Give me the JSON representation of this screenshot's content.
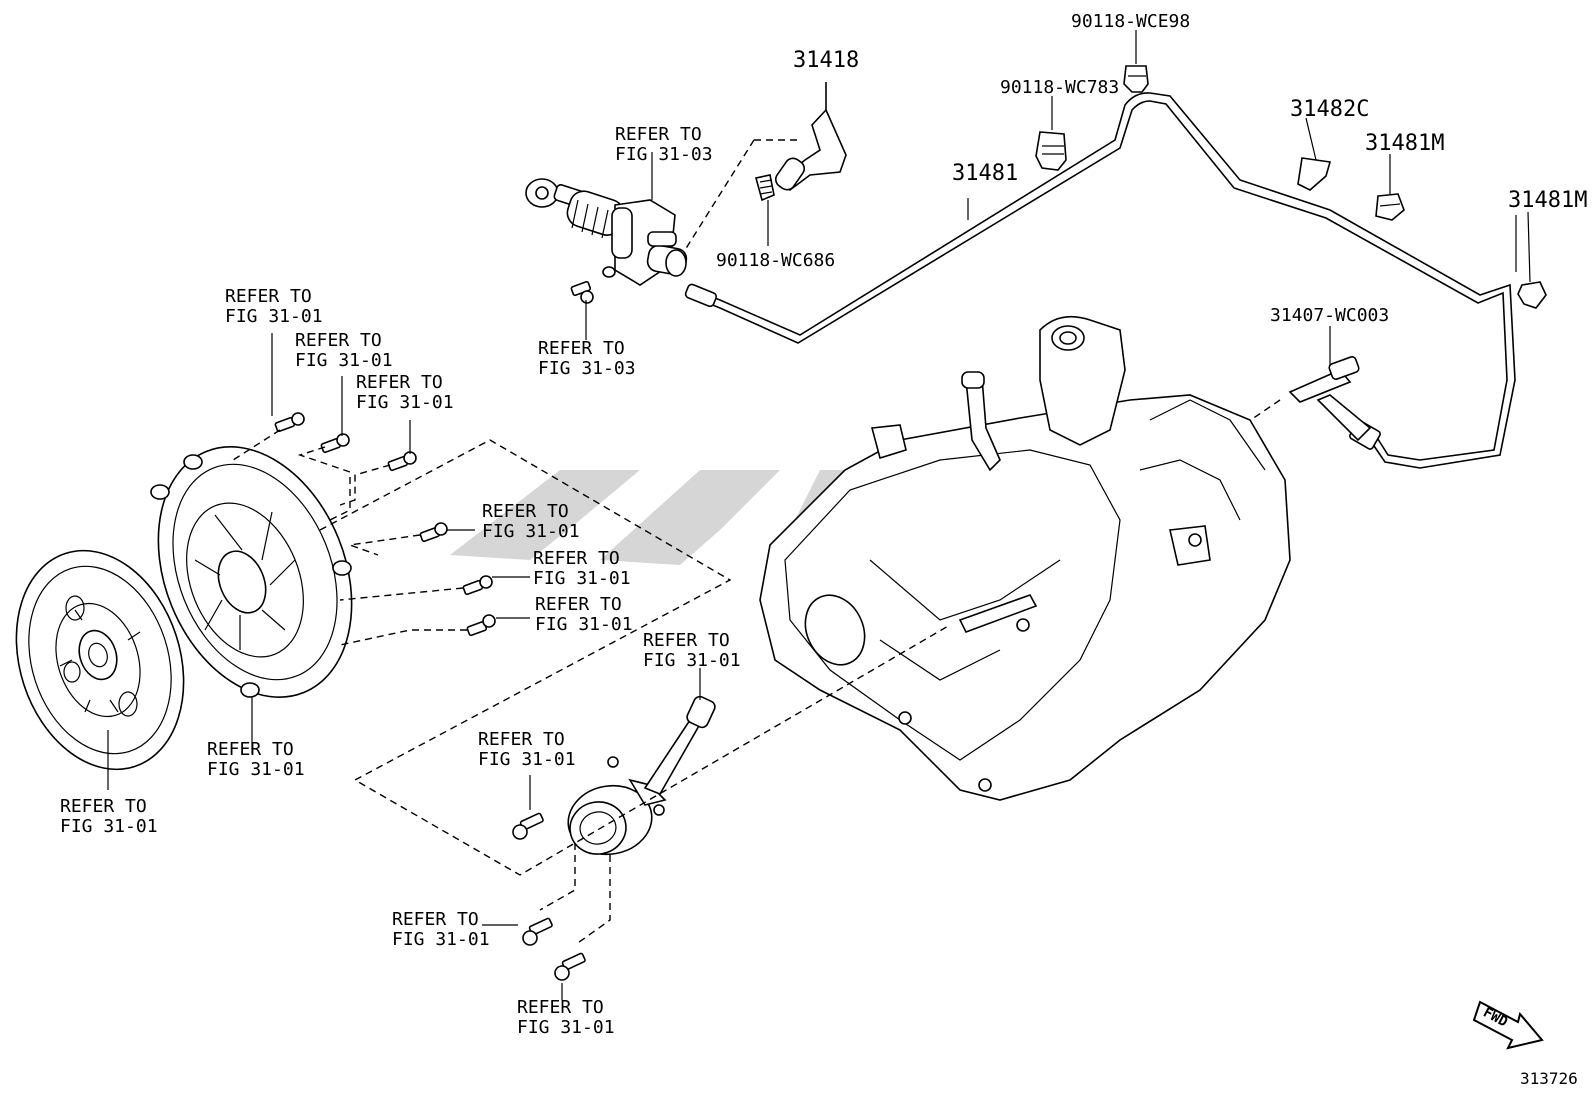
{
  "labels": {
    "l1": [
      "REFER TO",
      "FIG 31-03"
    ],
    "l2": [
      "REFER TO",
      "FIG 31-03"
    ],
    "l3": [
      "REFER TO",
      "FIG 31-01"
    ],
    "l4": [
      "REFER TO",
      "FIG 31-01"
    ],
    "l5": [
      "REFER TO",
      "FIG 31-01"
    ],
    "l6": [
      "REFER TO",
      "FIG 31-01"
    ],
    "l7": [
      "REFER TO",
      "FIG 31-01"
    ],
    "l8": [
      "REFER TO",
      "FIG 31-01"
    ],
    "l9": [
      "REFER TO",
      "FIG 31-01"
    ],
    "l10": [
      "REFER TO",
      "FIG 31-01"
    ],
    "l11": [
      "REFER TO",
      "FIG 31-01"
    ],
    "l12": [
      "REFER TO",
      "FIG 31-01"
    ],
    "l13": [
      "REFER TO",
      "FIG 31-01"
    ],
    "l14": [
      "REFER TO",
      "FIG 31-01"
    ]
  },
  "part_numbers": {
    "p31418": "31418",
    "p90118_wce98": "90118-WCE98",
    "p90118_wc783": "90118-WC783",
    "p31482c": "31482C",
    "p31481m_a": "31481M",
    "p31481m_b": "31481M",
    "p31481": "31481",
    "p90118_wc686": "90118-WC686",
    "p31407_wc003": "31407-WC003"
  },
  "diagram_id": "313726",
  "fwd_label": "FWD"
}
